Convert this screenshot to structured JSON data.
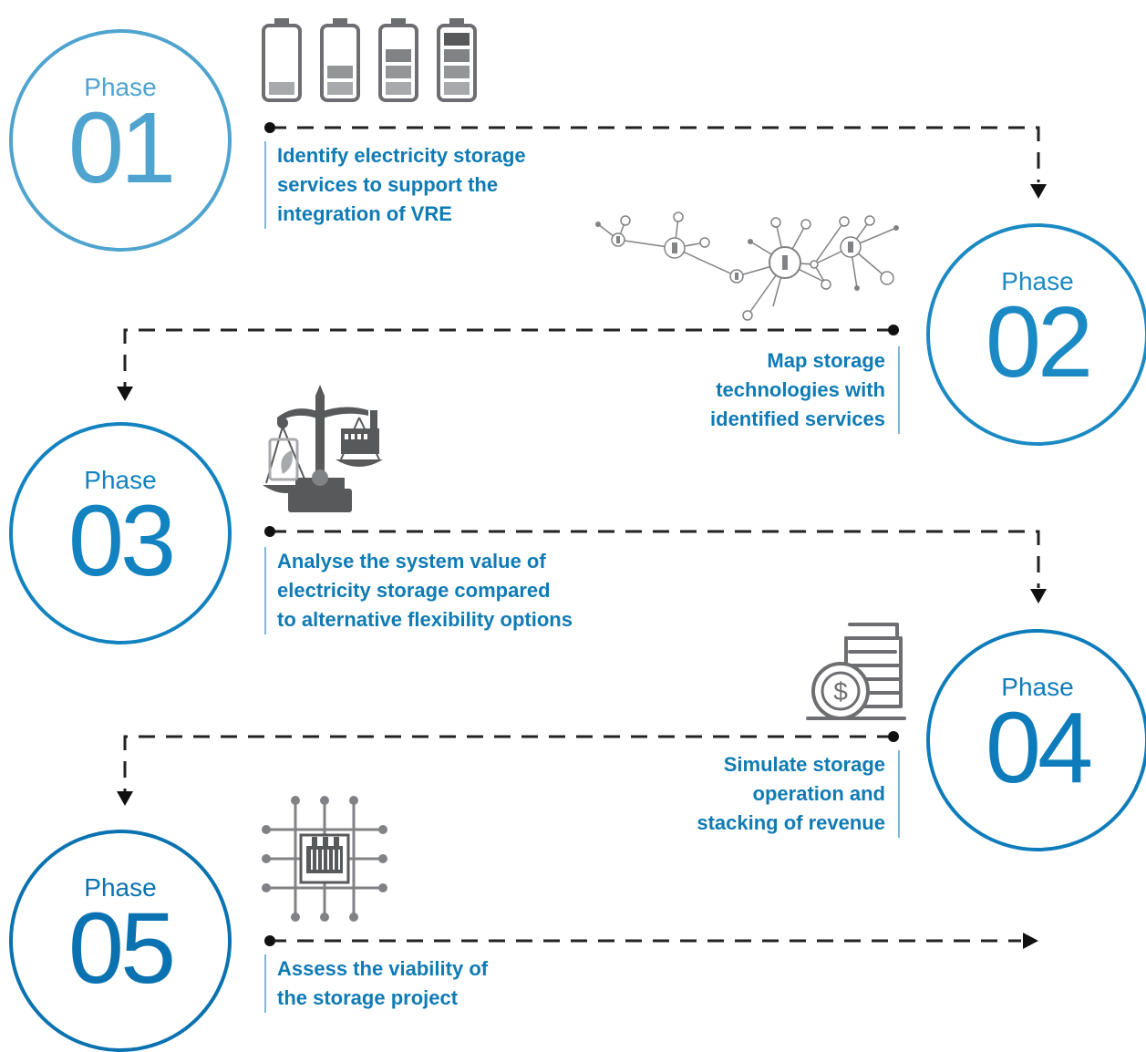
{
  "phase_label": "Phase",
  "phases": [
    {
      "number": "01",
      "description_lines": [
        "Identify electricity storage",
        "services to support the",
        "integration of VRE"
      ],
      "color": "#4fa3cf",
      "icon": "battery-levels-icon"
    },
    {
      "number": "02",
      "description_lines": [
        "Map storage",
        "technologies with",
        "identified services"
      ],
      "color": "#1b8ac4",
      "icon": "network-icon"
    },
    {
      "number": "03",
      "description_lines": [
        "Analyse the system value of",
        "electricity storage compared",
        "to alternative flexibility options"
      ],
      "color": "#1282c0",
      "icon": "balance-scale-icon"
    },
    {
      "number": "04",
      "description_lines": [
        "Simulate storage",
        "operation and",
        "stacking of revenue"
      ],
      "color": "#0e7cbb",
      "icon": "coin-stack-icon"
    },
    {
      "number": "05",
      "description_lines": [
        "Assess the viability of",
        "the storage project"
      ],
      "color": "#0a72b0",
      "icon": "transformer-grid-icon"
    }
  ]
}
